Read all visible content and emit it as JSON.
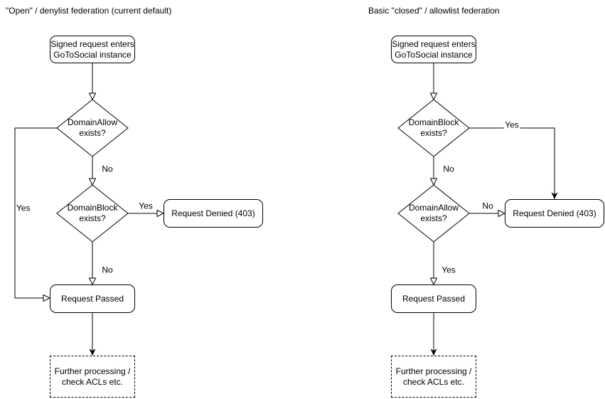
{
  "colors": {
    "stroke": "#000000",
    "text": "#000000",
    "background": "#ffffff",
    "node_fill": "#ffffff"
  },
  "charts": [
    {
      "title": "\"Open\" / denylist federation (current default)",
      "nodes": {
        "start": {
          "label": "Signed request enters\nGoToSocial instance"
        },
        "decision1": {
          "label": "DomainAllow\nexists?"
        },
        "decision2": {
          "label": "DomainBlock\nexists?"
        },
        "denied": {
          "label": "Request Denied (403)"
        },
        "passed": {
          "label": "Request Passed"
        },
        "further": {
          "label": "Further processing /\ncheck ACLs etc."
        }
      },
      "edge_labels": {
        "decision1_yes": "Yes",
        "decision1_no": "No",
        "decision2_yes": "Yes",
        "decision2_no": "No"
      }
    },
    {
      "title": "Basic \"closed\" / allowlist federation",
      "nodes": {
        "start": {
          "label": "Signed request enters\nGoToSocial instance"
        },
        "decision1": {
          "label": "DomainBlock\nexists?"
        },
        "decision2": {
          "label": "DomainAllow\nexists?"
        },
        "denied": {
          "label": "Request Denied (403)"
        },
        "passed": {
          "label": "Request Passed"
        },
        "further": {
          "label": "Further processing /\ncheck ACLs etc."
        }
      },
      "edge_labels": {
        "decision1_yes": "Yes",
        "decision1_no": "No",
        "decision2_no": "No",
        "decision2_yes": "Yes"
      }
    }
  ]
}
